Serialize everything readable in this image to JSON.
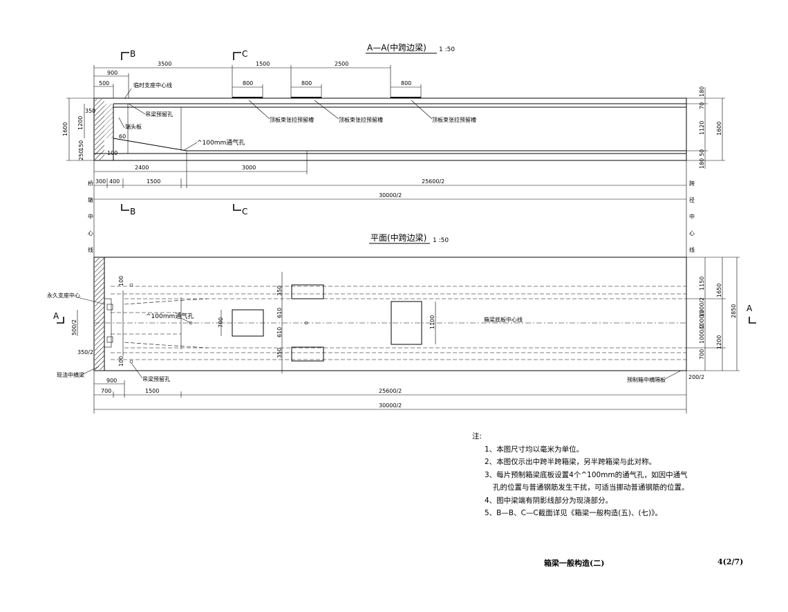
{
  "views": {
    "elevation": {
      "title": "A—A(中跨边梁)",
      "scale": "1 :50"
    },
    "plan": {
      "title": "平面(中跨边梁)",
      "scale": "1 :50"
    }
  },
  "section_marks": {
    "a": "A",
    "b": "B",
    "c": "C"
  },
  "elevation_dims": {
    "top_row1": [
      "3500",
      "1500",
      "2500"
    ],
    "top_900": "900",
    "top_500": "500",
    "top_row2": [
      "800",
      "800",
      "800"
    ],
    "left_1600": "1600",
    "left_1200": "1200",
    "left_350": "350",
    "left_150": "150",
    "left_250": "250",
    "right_180a": "180",
    "right_70": "70",
    "right_1120": "1120",
    "right_1600": "1600",
    "right_50": "50",
    "right_180b": "180",
    "inner_60": "60",
    "inner_100": "100",
    "bottom_row1": [
      "2400",
      "3000"
    ],
    "bottom_row2": [
      "300",
      "400",
      "1500",
      "25600/2"
    ],
    "bottom_total": "30000/2"
  },
  "elevation_labels": {
    "temp_support": "临时支座中心线",
    "hanging_hole": "吊梁预留孔",
    "end_plate": "端头板",
    "vent": "^100mm通气孔",
    "slot1": "顶板束张拉预留槽",
    "slot2": "顶板束张拉预留槽",
    "slot3": "顶板束张拉预留槽"
  },
  "vertical_texts": {
    "left": [
      "桥",
      "墩",
      "中",
      "心",
      "线"
    ],
    "right": [
      "跨",
      "径",
      "中",
      "心",
      "线"
    ]
  },
  "plan_dims": {
    "right_1150": "1150",
    "right_1650": "1650",
    "right_2850": "2850",
    "right_1000_2a": "1000/2",
    "right_1000_2b": "1000/2",
    "right_1000_2c": "1000/2",
    "right_1200": "1200",
    "right_700": "700",
    "box_350a": "350",
    "box_350b": "350",
    "inner_610a": "610",
    "inner_610b": "610",
    "inner_700": "700",
    "box_1100": "1100",
    "left_100a": "100",
    "left_100b": "100",
    "left_500_2": "500/2",
    "left_350_2": "350/2",
    "right_200_2": "200/2",
    "bottom_900": "900",
    "bottom_row1": [
      "700",
      "1500",
      "25600/2"
    ],
    "bottom_total": "30000/2"
  },
  "plan_labels": {
    "perm_support": "永久支座中心",
    "cast_beam": "现浇中横梁",
    "hanging_hole": "吊梁预留孔",
    "vent": "^100mm通气孔",
    "centerline": "箱梁底板中心线",
    "pre_beam": "预制箱中横隔板"
  },
  "notes": {
    "heading": "注:",
    "items": [
      "1、本图尺寸均以毫米为单位。",
      "2、本图仅示出中跨半跨箱梁，另半跨箱梁与此对称。",
      "3、每片预制箱梁底板设置4个^100mm的通气孔，如因中通气",
      "孔的位置与普通钢筋发生干扰，可适当挪动普通钢筋的位置。",
      "4、图中梁端有阴影线部分为现浇部分。",
      "5、B—B、C—C截面详见《箱梁一般构造(五)、(七)》。"
    ]
  },
  "title_block": {
    "name": "箱梁一般构造(二)",
    "sheet": "4(2/7)"
  }
}
